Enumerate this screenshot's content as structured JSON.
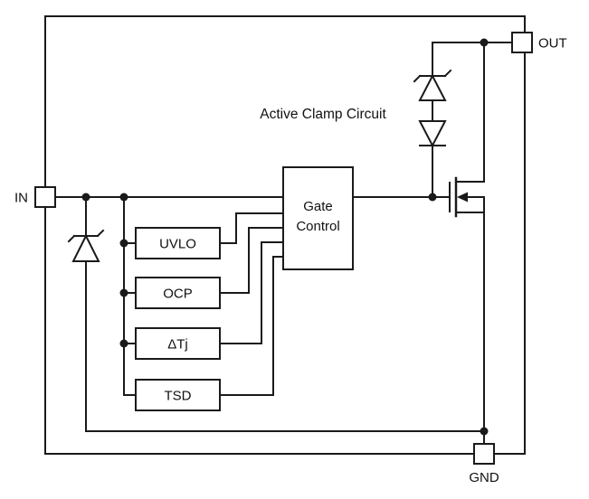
{
  "pins": {
    "in": "IN",
    "out": "OUT",
    "gnd": "GND"
  },
  "blocks": {
    "uvlo": "UVLO",
    "ocp": "OCP",
    "delta_tj": "ΔTj",
    "tsd": "TSD",
    "gate_control_line1": "Gate",
    "gate_control_line2": "Control"
  },
  "annotations": {
    "active_clamp": "Active Clamp Circuit"
  },
  "components": {
    "output_transistor": "n-channel-mosfet",
    "input_protection": "zener-diode",
    "clamp_elements": [
      "zener-diode",
      "diode"
    ]
  },
  "colors": {
    "line": "#1a1a1a",
    "background": "#ffffff"
  }
}
